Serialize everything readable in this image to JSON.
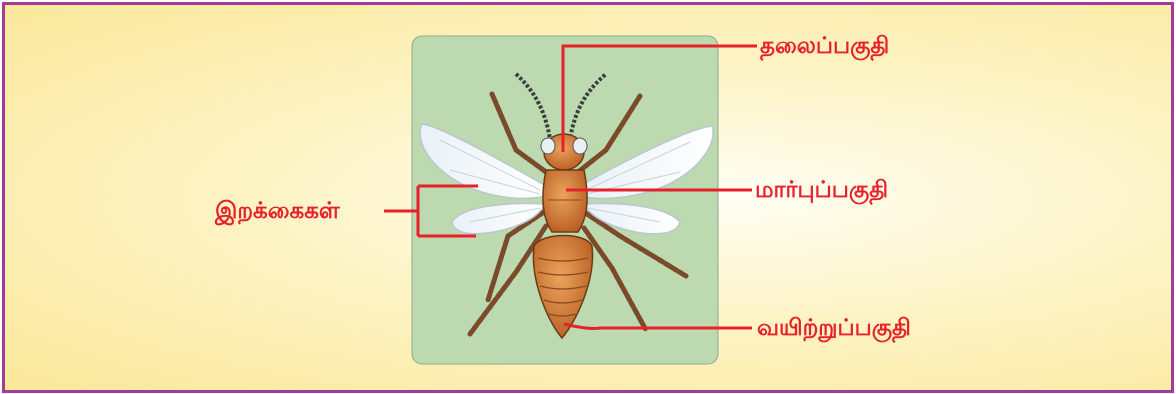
{
  "diagram": {
    "labels": {
      "head": "தலைப்பகுதி",
      "thorax": "மார்புப்பகுதி",
      "abdomen": "வயிற்றுப்பகுதி",
      "wings": "இறக்கைகள்"
    },
    "colors": {
      "border": "#a33c96",
      "label": "#e8202a",
      "panel": "#bcd9b0",
      "body": "#c9702f"
    }
  }
}
